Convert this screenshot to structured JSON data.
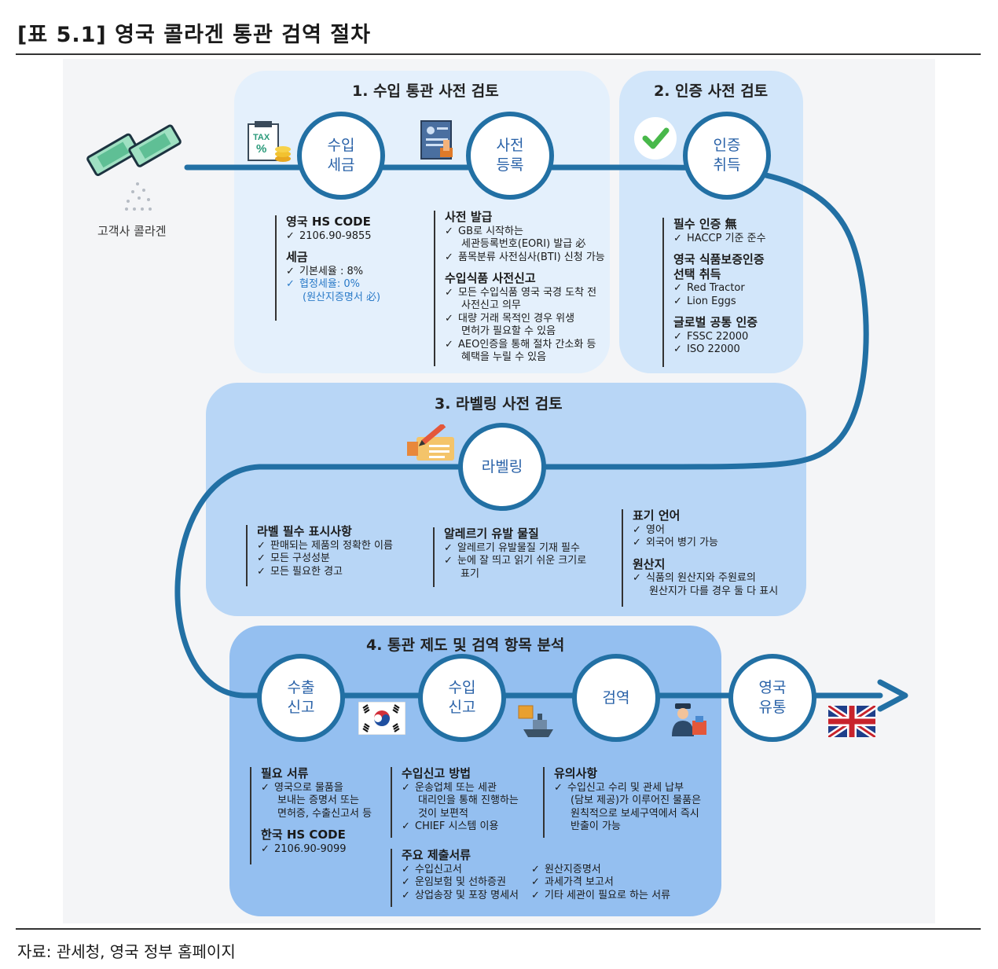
{
  "title": "[표 5.1] 영국 콜라겐 통관 검역 절차",
  "source": "자료: 관세청, 영국 정부 홈페이지",
  "start_label": "고객사 콜라겐",
  "colors": {
    "path": "#2270a4",
    "panel1": "#e4f0fc",
    "panel2": "#d2e6fa",
    "panel3": "#b8d6f6",
    "panel4": "#94bff0",
    "circle_text": "#2a62a8"
  },
  "sections": {
    "s1": {
      "title": "1. 수입 통관 사전 검토",
      "circle_a": "수입\n세금",
      "circle_b": "사전\n등록",
      "blk_a": {
        "h1": "영국 HS CODE",
        "h1_items": [
          "2106.90-9855"
        ],
        "h2": "세금",
        "h2_item1": "기본세율 : 8%",
        "h2_item2": "협정세율: 0%",
        "h2_item2_cont": "(원산지증명서 必)"
      },
      "blk_b": {
        "h1": "사전 발급",
        "h1_item1": "GB로 시작하는",
        "h1_item1_cont": "세관등록번호(EORI) 발급 必",
        "h1_item2": "품목분류 사전심사(BTI) 신청 가능",
        "h2": "수입식품 사전신고",
        "h2_item1": "모든 수입식품 영국 국경 도착 전",
        "h2_item1_cont": "사전신고 의무",
        "h2_item2": "대량 거래 목적인 경우 위생",
        "h2_item2_cont": "면허가 필요할 수 있음",
        "h2_item3": "AEO인증을 통해 절차 간소화 등",
        "h2_item3_cont": "혜택을 누릴 수 있음"
      }
    },
    "s2": {
      "title": "2. 인증 사전 검토",
      "circle": "인증\n취득",
      "h1": "필수 인증 無",
      "h1_items": [
        "HACCP 기준 준수"
      ],
      "h2_line1": "영국 식품보증인증",
      "h2_line2": "선택 취득",
      "h2_items": [
        "Red Tractor",
        "Lion Eggs"
      ],
      "h3": "글로벌 공통 인증",
      "h3_items": [
        "FSSC 22000",
        "ISO 22000"
      ]
    },
    "s3": {
      "title": "3. 라벨링 사전 검토",
      "circle": "라벨링",
      "blk_a": {
        "h": "라벨 필수 표시사항",
        "items": [
          "판매되는 제품의 정확한 이름",
          "모든 구성성분",
          "모든 필요한 경고"
        ]
      },
      "blk_b": {
        "h": "알레르기 유발 물질",
        "item1": "알레르기 유발물질 기재 필수",
        "item2": "눈에 잘 띄고 읽기 쉬운 크기로",
        "item2_cont": "표기"
      },
      "blk_c": {
        "h1": "표기 언어",
        "h1_items": [
          "영어",
          "외국어 병기 가능"
        ],
        "h2": "원산지",
        "h2_item1": "식품의 원산지와 주원료의",
        "h2_item1_cont": "원산지가 다를 경우 둘 다 표시"
      }
    },
    "s4": {
      "title": "4. 통관 제도 및 검역 항목 분석",
      "circle_a": "수출\n신고",
      "circle_b": "수입\n신고",
      "circle_c": "검역",
      "circle_d": "영국\n유통",
      "blk_a": {
        "h1": "필요 서류",
        "h1_item1": "영국으로 물품을",
        "h1_item1_cont1": "보내는 증명서 또는",
        "h1_item1_cont2": "면허증, 수출신고서 등",
        "h2": "한국 HS CODE",
        "h2_items": [
          "2106.90-9099"
        ]
      },
      "blk_b": {
        "h": "수입신고 방법",
        "item1": "운송업체 또는 세관",
        "item1_cont1": "대리인을 통해 진행하는",
        "item1_cont2": "것이 보편적",
        "item2": "CHIEF 시스템 이용"
      },
      "blk_c": {
        "h": "유의사항",
        "item1": "수입신고 수리 및 관세 납부",
        "item1_cont1": "(담보 제공)가 이루어진 물품은",
        "item1_cont2": "원칙적으로 보세구역에서 즉시",
        "item1_cont3": "반출이 가능"
      },
      "blk_d": {
        "h": "주요 제출서류",
        "col1": [
          "수입신고서",
          "운임보험 및 선하증권",
          "상업송장 및 포장 명세서"
        ],
        "col2": [
          "원산지증명서",
          "과세가격 보고서",
          "기타 세관이 필요로 하는 서류"
        ]
      }
    }
  },
  "icons": {
    "collagen": "collagen-packet-icon",
    "tax": "tax-percent-icon",
    "register": "document-register-icon",
    "check": "check-badge-icon",
    "label": "label-pen-icon",
    "korea": "korea-flag-icon",
    "ship": "cargo-ship-icon",
    "officer": "customs-officer-icon",
    "uk": "uk-flag-icon"
  },
  "check_mark": "✓"
}
